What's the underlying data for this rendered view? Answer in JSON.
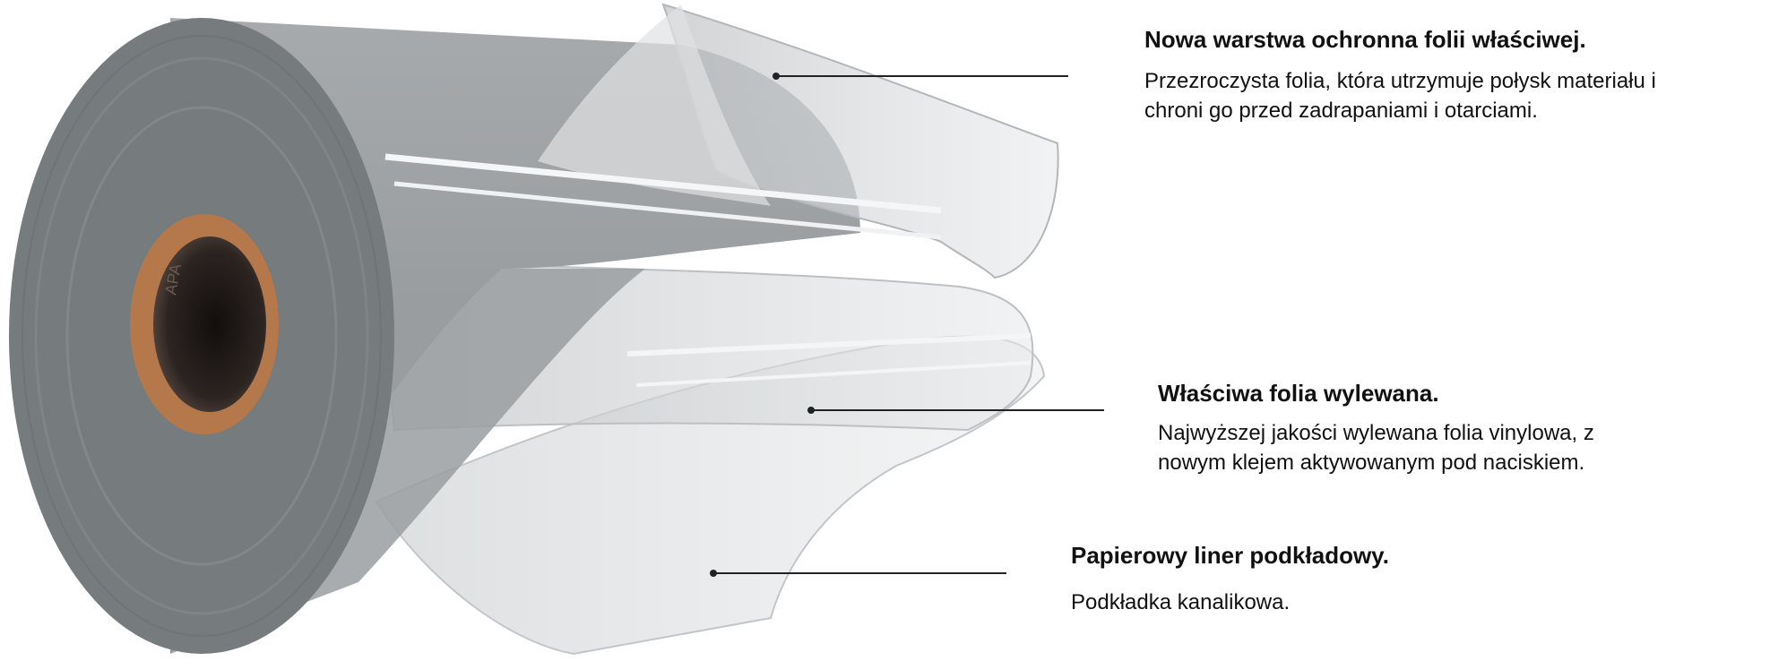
{
  "layers": [
    {
      "title": "Nowa warstwa ochronna folii właściwej.",
      "description_lines": [
        "Przezroczysta folia, która utrzymuje połysk materiału i",
        "chroni go przed zadrapaniami i otarciami."
      ]
    },
    {
      "title": "Właściwa folia wylewana.",
      "description_lines": [
        "Najwyższej jakości wylewana folia vinylowa, z",
        "nowym klejem aktywowanym pod naciskiem."
      ]
    },
    {
      "title": "Papierowy liner podkładowy.",
      "description_lines": [
        "Podkładka kanalikowa."
      ]
    }
  ],
  "core_brand": "APA",
  "colors": {
    "roll_face": "#767b7d",
    "roll_body": "#9b9ea0",
    "core_outer": "#b5784a",
    "core_inner": "#2a2220",
    "film": "#cfd3d6",
    "leader_line": "#222222"
  }
}
